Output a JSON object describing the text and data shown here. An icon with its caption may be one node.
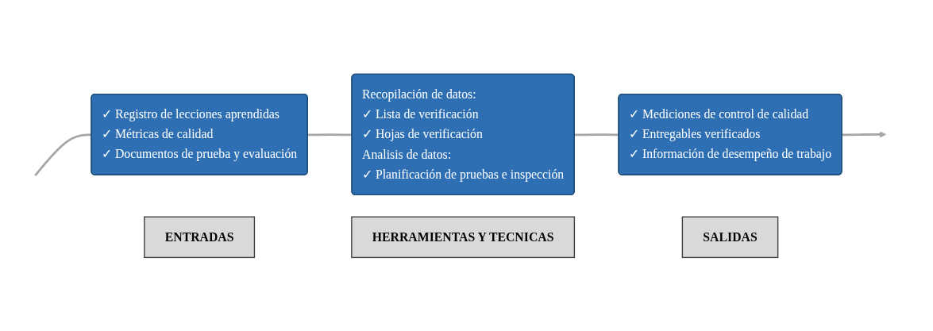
{
  "diagram": {
    "nodes": [
      {
        "text": [
          "ENTRADAS"
        ]
      },
      {
        "text": [
          "✓ Registro de lecciones aprendidas",
          "✓ Métricas de calidad",
          "✓ Documentos de prueba y evaluación"
        ]
      },
      {
        "text": [
          "HERRAMIENTAS Y TECNICAS"
        ]
      },
      {
        "text": [
          "Recopilación de datos:",
          "✓ Lista de verificación",
          "✓ Hojas de verificación",
          "Analisis de datos:",
          "✓ Planificación de pruebas e inspección"
        ]
      },
      {
        "text": [
          "SALIDAS"
        ]
      },
      {
        "text": [
          "✓ Mediciones de control de calidad",
          "✓ Entregables verificados",
          "✓ Información de desempeño de trabajo"
        ]
      }
    ],
    "edges": [
      {
        "from": null,
        "to": 1,
        "arrow": "none"
      },
      {
        "from": 1,
        "to": 3,
        "arrow": "none"
      },
      {
        "from": 3,
        "to": 5,
        "arrow": "none"
      },
      {
        "from": 5,
        "to": null,
        "arrow": "to"
      }
    ]
  }
}
